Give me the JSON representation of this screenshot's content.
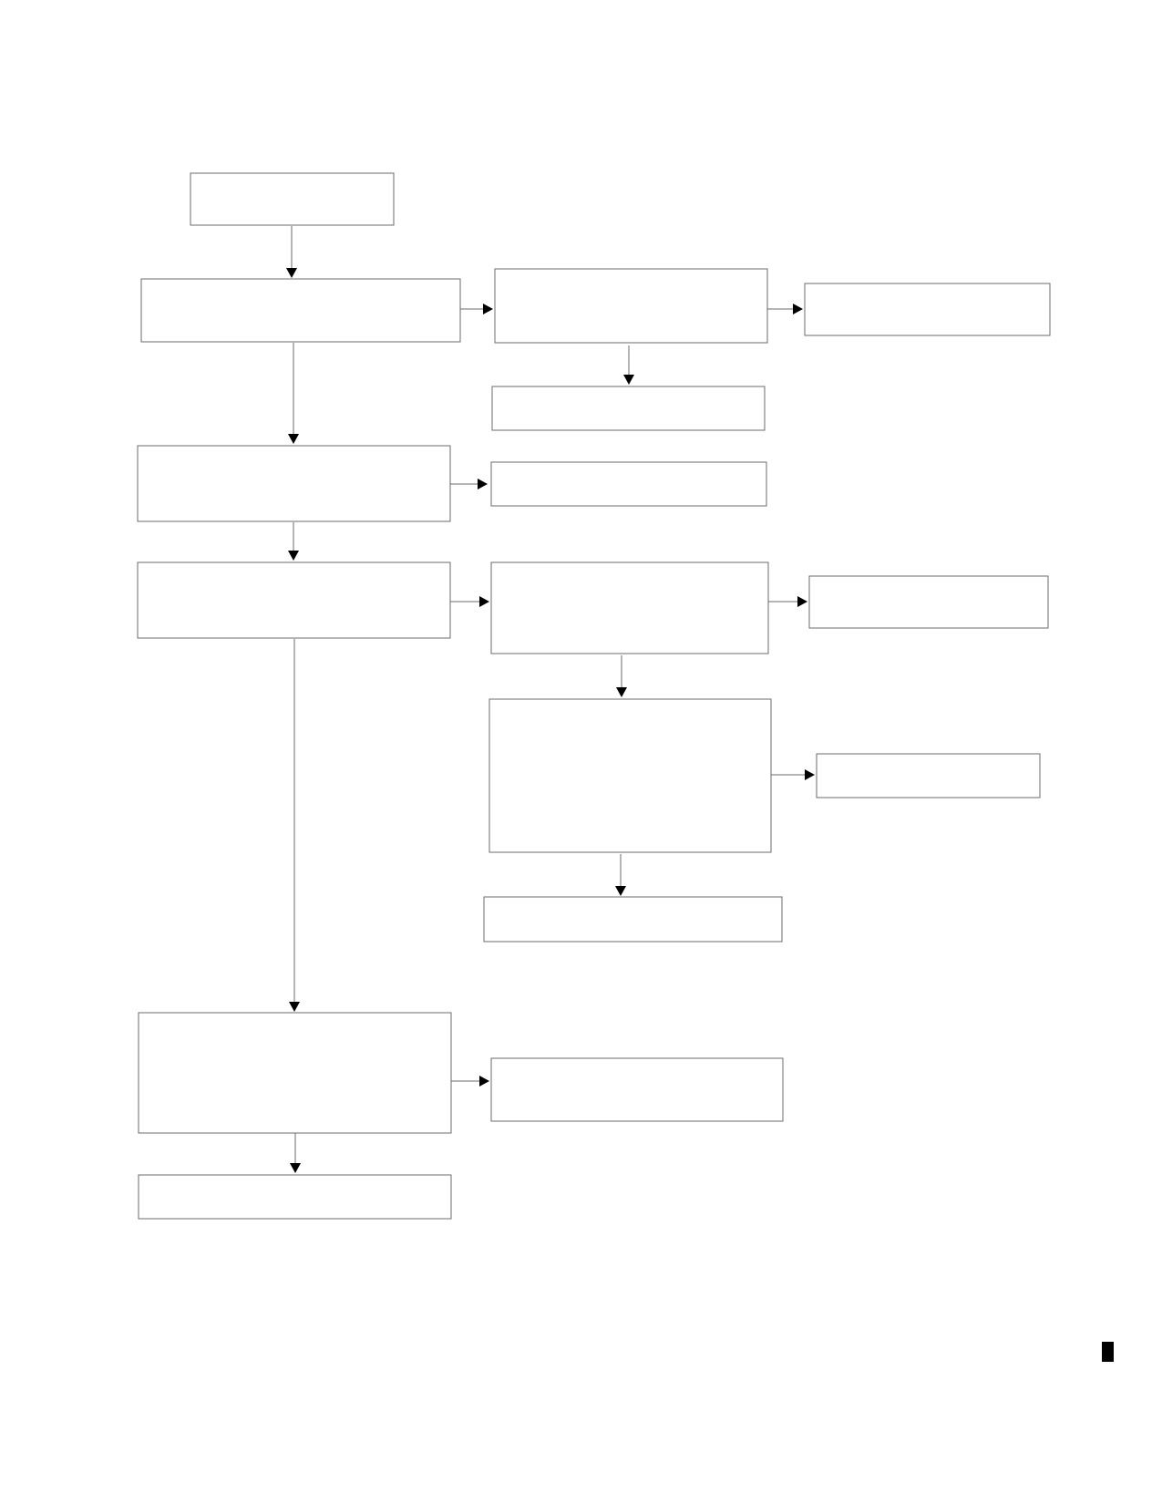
{
  "diagram": {
    "type": "flowchart",
    "boxes": [
      {
        "id": "b1",
        "label": ""
      },
      {
        "id": "b2",
        "label": ""
      },
      {
        "id": "b3",
        "label": ""
      },
      {
        "id": "b4",
        "label": ""
      },
      {
        "id": "b5",
        "label": ""
      },
      {
        "id": "b6",
        "label": ""
      },
      {
        "id": "b7",
        "label": ""
      },
      {
        "id": "b8",
        "label": ""
      },
      {
        "id": "b9",
        "label": ""
      },
      {
        "id": "b10",
        "label": ""
      },
      {
        "id": "b11",
        "label": ""
      },
      {
        "id": "b12",
        "label": ""
      },
      {
        "id": "b13",
        "label": ""
      },
      {
        "id": "b14",
        "label": ""
      },
      {
        "id": "b15",
        "label": ""
      },
      {
        "id": "b16",
        "label": ""
      }
    ],
    "connections": [
      {
        "from": "b1",
        "to": "b2"
      },
      {
        "from": "b2",
        "to": "b3"
      },
      {
        "from": "b3",
        "to": "b4"
      },
      {
        "from": "b3",
        "to": "b5"
      },
      {
        "from": "b2",
        "to": "b6"
      },
      {
        "from": "b6",
        "to": "b7"
      },
      {
        "from": "b6",
        "to": "b8"
      },
      {
        "from": "b8",
        "to": "b9"
      },
      {
        "from": "b9",
        "to": "b10"
      },
      {
        "from": "b9",
        "to": "b11"
      },
      {
        "from": "b11",
        "to": "b12"
      },
      {
        "from": "b11",
        "to": "b13"
      },
      {
        "from": "b8",
        "to": "b14"
      },
      {
        "from": "b14",
        "to": "b15"
      },
      {
        "from": "b14",
        "to": "b16"
      }
    ]
  }
}
